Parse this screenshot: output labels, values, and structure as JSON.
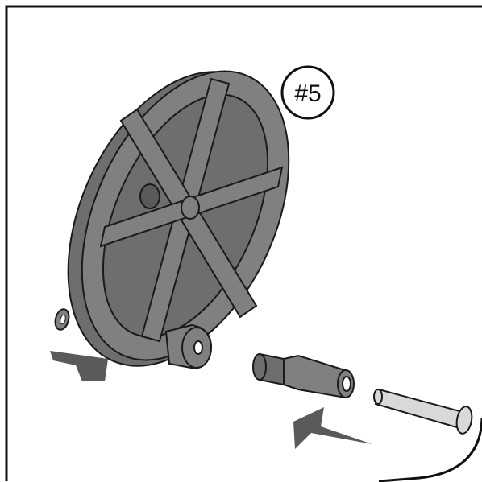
{
  "step_badge": {
    "label": "#5"
  },
  "parts": {
    "wheel": {
      "name": "spoked-wheel",
      "spokes": 3
    },
    "washer": {
      "name": "washer"
    },
    "spacer": {
      "name": "spacer-sleeve"
    },
    "pin": {
      "name": "axle-pin"
    }
  },
  "arrows": [
    "left-arrow-toward-wheel",
    "arrow-toward-spacer"
  ],
  "colors": {
    "part_fill": "#808080",
    "part_dark": "#5a5a5a",
    "outline": "#1a1a1a",
    "frame": "#111111",
    "pin_fill": "#d9d9d9"
  }
}
